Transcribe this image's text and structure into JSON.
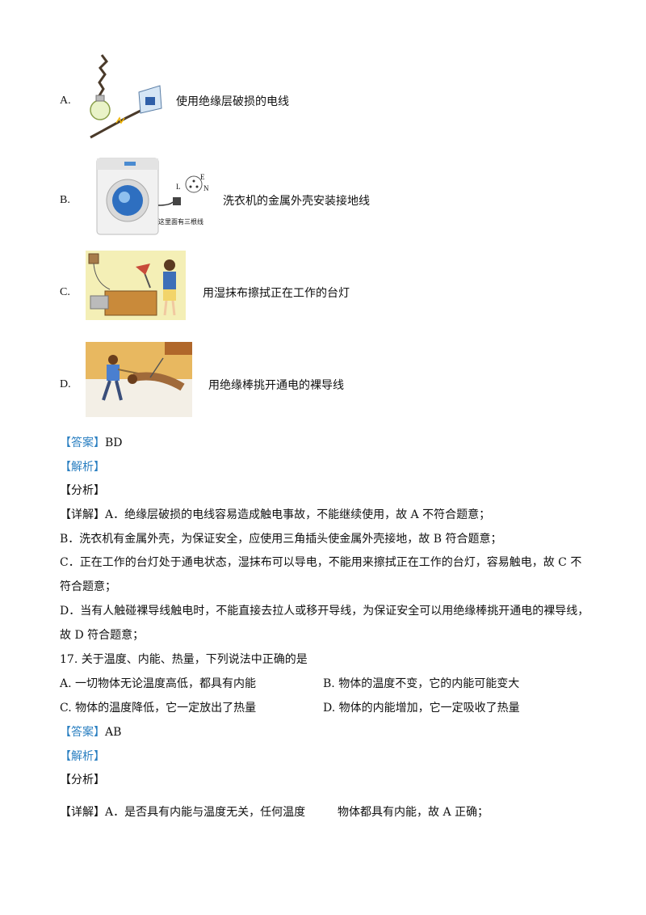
{
  "options_q16": [
    {
      "letter": "A.",
      "text": "使用绝缘层破损的电线"
    },
    {
      "letter": "B.",
      "text": "洗衣机的金属外壳安装接地线"
    },
    {
      "letter": "C.",
      "text": "用湿抹布擦拭正在工作的台灯"
    },
    {
      "letter": "D.",
      "text": "用绝缘棒挑开通电的裸导线"
    }
  ],
  "figure_b": {
    "label_e": "E",
    "label_l": "L",
    "label_n": "N",
    "caption": "这里面有三根线"
  },
  "q16": {
    "answer_tag": "【答案】",
    "answer": "BD",
    "analysis_tag": "【解析】",
    "fenxi": "【分析】",
    "detail_a": "【详解】A．绝缘层破损的电线容易造成触电事故，不能继续使用，故 A 不符合题意；",
    "detail_b": "B．洗衣机有金属外壳，为保证安全，应使用三角插头使金属外壳接地，故 B 符合题意；",
    "detail_c1": "C．正在工作的台灯处于通电状态，湿抹布可以导电，不能用来擦拭正在工作的台灯，容易触电，故 C 不",
    "detail_c2": "符合题意；",
    "detail_d1": "D．当有人触碰裸导线触电时，不能直接去拉人或移开导线，为保证安全可以用绝缘棒挑开通电的裸导线，",
    "detail_d2": "故 D 符合题意；"
  },
  "q17": {
    "stem": "17. 关于温度、内能、热量，下列说法中正确的是",
    "opt_a": "A. 一切物体无论温度高低，都具有内能",
    "opt_b": "B. 物体的温度不变，它的内能可能变大",
    "opt_c": "C. 物体的温度降低，它一定放出了热量",
    "opt_d": "D. 物体的内能增加，它一定吸收了热量",
    "answer_tag": "【答案】",
    "answer": "AB",
    "analysis_tag": "【解析】",
    "fenxi": "【分析】",
    "detail_a_1": "【详解】A．是否具有内能与温度无关，任何温度",
    "detail_a_2": "物体都具有内能，故 A 正确；"
  },
  "colors": {
    "tag_blue": "#2a7fc1",
    "text": "#111111"
  }
}
